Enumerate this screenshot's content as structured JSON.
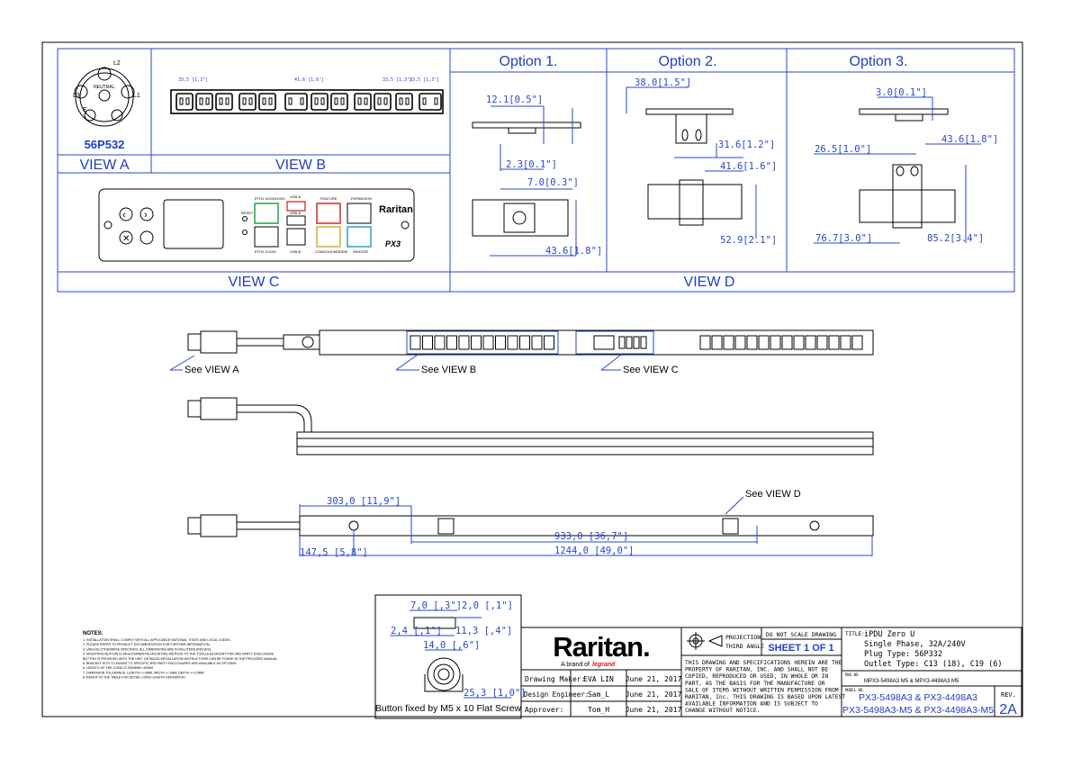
{
  "view_a": {
    "plug_name": "56P532",
    "label": "VIEW A",
    "pins": [
      "L1",
      "L2",
      "L3",
      "E",
      "NEUTRAL"
    ]
  },
  "view_b": {
    "label": "VIEW B",
    "dims": [
      "33,5 [1,3\"]",
      "41,6 [1,6\"]",
      "33,5 [1,3\"]",
      "33,5 [1,3\"]"
    ]
  },
  "view_c": {
    "label": "VIEW C",
    "ports": [
      "ETH1 10/100/1000",
      "USB-A",
      "USB-A",
      "FEATURE",
      "EXPANSION",
      "RESET",
      "ETH2 10/100",
      "USB-B",
      "CONSOLE/MODEM",
      "SENSOR"
    ],
    "brand": "Raritan",
    "model_mark": "PX3"
  },
  "view_d": {
    "label": "VIEW D"
  },
  "options": [
    {
      "title": "Option 1.",
      "dims": [
        "12.1[0.5\"]",
        "2.3[0.1\"]",
        "7.0[0.3\"]",
        "43.6[1.8\"]"
      ]
    },
    {
      "title": "Option  2.",
      "dims": [
        "38.0[1.5\"]",
        "31.6[1.2\"]",
        "41.6[1.6\"]",
        "52.9[2.1\"]"
      ]
    },
    {
      "title": "Option 3.",
      "dims": [
        "3.0[0.1\"]",
        "43.6[1.8\"]",
        "26.5[1.0\"]",
        "76.7[3.0\"]",
        "85.2[3.4\"]"
      ]
    }
  ],
  "callouts": {
    "a": "See VIEW A",
    "b": "See VIEW B",
    "c": "See VIEW C",
    "d": "See VIEW D"
  },
  "length_dims": {
    "d1": "303,0  [11,9\"]",
    "d2": "933,0  [36,7\"]",
    "d3": "147,5  [5,8\"]",
    "d4": "1244,0  [49,0\"]"
  },
  "notes": {
    "title": "NOTES:",
    "lines": [
      "1. INSTALLATION SHALL COMPLY WITH ALL APPLICABLE NATIONAL, STATE AND LOCAL CODES.",
      "2. PLEASE REFER TO PRODUCT DOCUMENTATION FOR FURTHER INFORMATION.",
      "3. UNLESS OTHERWISE SPECIFIED, ALL DIMENSIONS ARE IN MILLITERS [INCHES].",
      "4. MOUNTING BUTTON IS AN ALTERNATIVE MOUNTING METHOD TO THE TOOLLESS MOUNT FOR 3RD PARTY ENCLOSURE.",
      "   BUTTON IS PROVIDED WITH THE UNIT. DETAILED INSTALLATION INSTRUCTIONS CAN BE FOUND IN THE PROVIDED MANUAL.",
      "5. BRACKET KITS TO MOUNT TO SPECIFIC 3RD PARTY ENCLOSURES ARE AVAILABLE AS OPTIONS.",
      "6. LENGTH OF THE CORD IS 3000MM+/-50MM",
      "7. DIMENSION TOLERANCE: LENGTH +/-3MM, WIDTH +/-1MM, DEPTH +/-0.5MM",
      "8. REFER TO THE TABLE FOR DETAIL CORD LENGTH DEFINATION"
    ]
  },
  "button_detail": {
    "caption": "Button fixed by M5 x 10 Flat Screw",
    "dims": [
      "7,0 [,3\"]",
      "2,0 [,1\"]",
      "2,4 [,1\"]",
      "11,3 [,4\"]",
      "14,0 [,6\"]",
      "25,3 [1,0\"]"
    ]
  },
  "title_block": {
    "brand": "Raritan.",
    "brand_sub": "A brand of",
    "brand_parent": "legrand",
    "rows": [
      {
        "role": "Drawing Maker:",
        "name": "EVA LIN",
        "date": "June 21, 2017"
      },
      {
        "role": "Design Engineer:",
        "name": "Sam_L",
        "date": "June 21, 2017"
      },
      {
        "role": "Approver:",
        "name": "Tom_H",
        "date": "June 21, 2017"
      }
    ],
    "projection": "PROJECTION",
    "projection2": "THIRD ANGLE",
    "scale_note": "DO NOT SCALE DRAWING",
    "sheet": "SHEET 1 OF 1",
    "legal": [
      "THIS DRAWING AND SPECIFICATIONS HEREIN ARE THE",
      "PROPERTY OF RARITAN, INC. AND SHALL NOT BE",
      "COPIED, REPRODUCED OR USED, IN WHOLE OR IN",
      "PART, AS THE BASIS FOR THE MANUFACTURE OR",
      "SALE OF ITEMS WITHOUT WRITTEN PERMISSION FROM",
      "RARITAN, Inc. THIS DRAWING IS BASED UPON LATEST",
      "AVAILABLE INFORMATION AND IS SUBJECT TO",
      "CHANGE WITHOUT NOTICE."
    ],
    "title_label": "TITLE:",
    "title_lines": [
      "iPDU Zero U",
      "Single Phase, 32A/240V",
      "Plug Type: 56P332",
      "Outlet Type: C13 (18), C19 (6)"
    ],
    "dwg_label": "DWG NO.",
    "dwg_no": "MPX3-5498A3 M5 & MPX3-4498A3 M5",
    "model_label": "MODEL NO.",
    "model_1": "PX3-5498A3 & PX3-4498A3",
    "model_2": "PX3-5498A3-M5 & PX3-4498A3-M5",
    "rev_label": "REV.",
    "rev": "2A"
  }
}
